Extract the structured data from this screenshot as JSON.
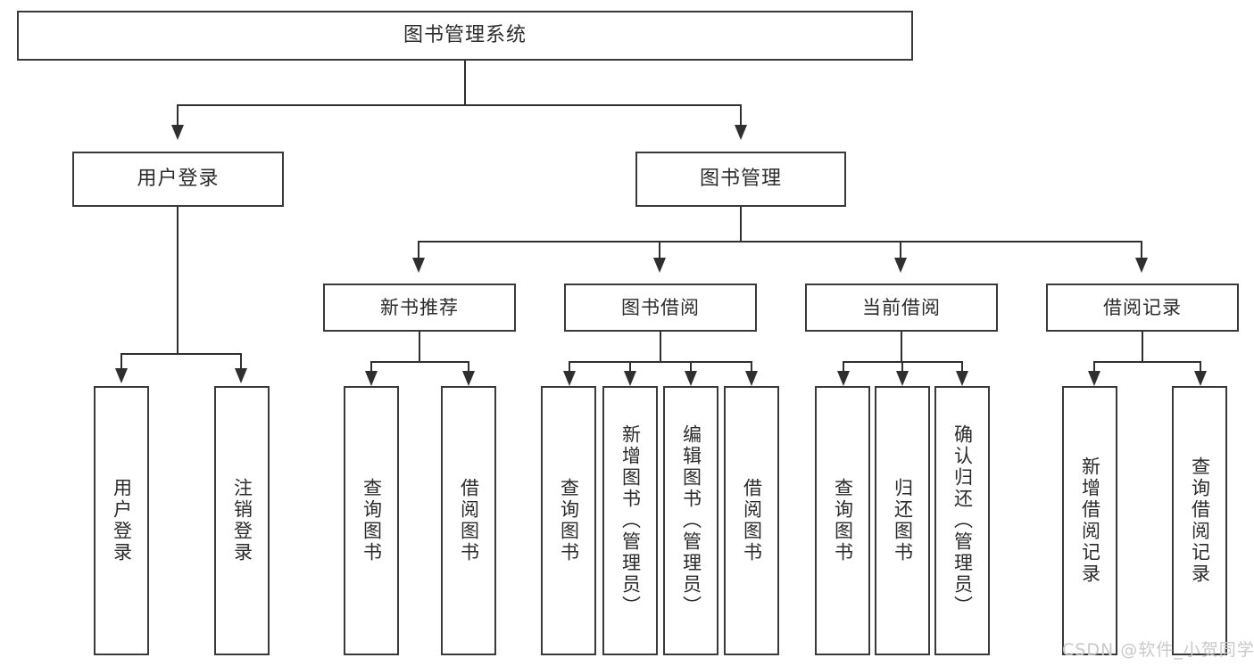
{
  "diagram": {
    "type": "tree-hierarchy-diagram",
    "title": "图书管理系统",
    "colors": {
      "box_border": "#3a3a3a",
      "box_fill": "#ffffff",
      "edge": "#2f2f2f",
      "text": "#2b2b2b",
      "watermark": "#c9c9c9",
      "background": "#ffffff"
    },
    "root": {
      "label": "图书管理系统"
    },
    "level1": [
      {
        "label": "用户登录"
      },
      {
        "label": "图书管理"
      }
    ],
    "level2": [
      {
        "label": "新书推荐"
      },
      {
        "label": "图书借阅"
      },
      {
        "label": "当前借阅"
      },
      {
        "label": "借阅记录"
      }
    ],
    "leaves": {
      "user_login": [
        {
          "label": "用户登录"
        },
        {
          "label": "注销登录"
        }
      ],
      "new_book_recommend": [
        {
          "label": "查询图书"
        },
        {
          "label": "借阅图书"
        }
      ],
      "book_borrow": [
        {
          "label": "查询图书"
        },
        {
          "label": "新增图书（管理员）"
        },
        {
          "label": "编辑图书（管理员）"
        },
        {
          "label": "借阅图书"
        }
      ],
      "current_borrow": [
        {
          "label": "查询图书"
        },
        {
          "label": "归还图书"
        },
        {
          "label": "确认归还（管理员）"
        }
      ],
      "borrow_record": [
        {
          "label": "新增借阅记录"
        },
        {
          "label": "查询借阅记录"
        }
      ]
    }
  },
  "watermark": {
    "text": "CSDN @软件_小贺同学"
  }
}
